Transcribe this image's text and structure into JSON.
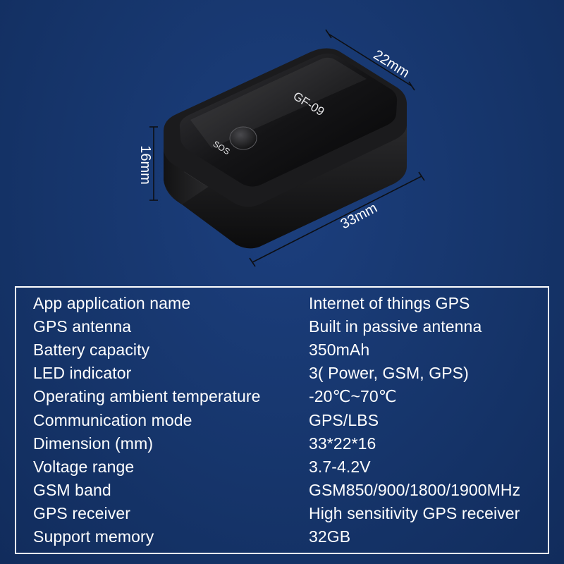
{
  "device": {
    "model": "GF-09",
    "button_label": "SOS",
    "dim_width": "22mm",
    "dim_height": "16mm",
    "dim_length": "33mm"
  },
  "specs": [
    {
      "label": "App application name",
      "value": "Internet of things GPS"
    },
    {
      "label": "GPS antenna",
      "value": "Built in passive antenna"
    },
    {
      "label": "Battery capacity",
      "value": "350mAh"
    },
    {
      "label": "LED indicator",
      "value": "3( Power, GSM, GPS)"
    },
    {
      "label": "Operating ambient temperature",
      "value": "-20℃~70℃"
    },
    {
      "label": "Communication mode",
      "value": "GPS/LBS"
    },
    {
      "label": "Dimension (mm)",
      "value": "33*22*16"
    },
    {
      "label": "Voltage range",
      "value": "3.7-4.2V"
    },
    {
      "label": "GSM band",
      "value": "GSM850/900/1800/1900MHz"
    },
    {
      "label": "GPS receiver",
      "value": "High sensitivity GPS receiver"
    },
    {
      "label": "Support memory",
      "value": "32GB"
    }
  ],
  "colors": {
    "background": "#16356b",
    "text": "#ffffff",
    "device_body": "#1e1e1e"
  }
}
